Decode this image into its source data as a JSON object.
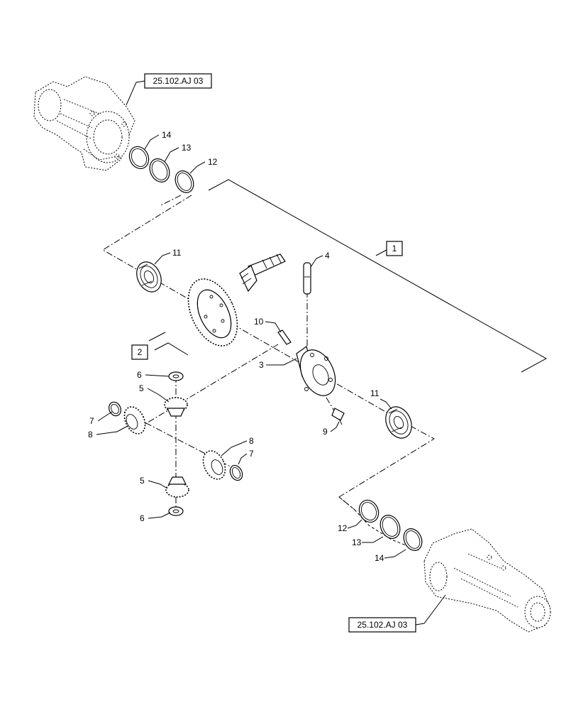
{
  "references": {
    "housing_top": "25.102.AJ 03",
    "housing_bottom": "25.102.AJ 03",
    "group_1": "1",
    "group_2": "2"
  },
  "callouts": {
    "c14_top": "14",
    "c13_top": "13",
    "c12_top": "12",
    "c11_left": "11",
    "c4": "4",
    "c10": "10",
    "c3": "3",
    "c6_top": "6",
    "c5_top": "5",
    "c7_left": "7",
    "c8_left": "8",
    "c8_right": "8",
    "c7_right": "7",
    "c5_bottom": "5",
    "c6_bottom": "6",
    "c9": "9",
    "c11_right": "11",
    "c12_bottom": "12",
    "c13_bottom": "13",
    "c14_bottom": "14"
  }
}
